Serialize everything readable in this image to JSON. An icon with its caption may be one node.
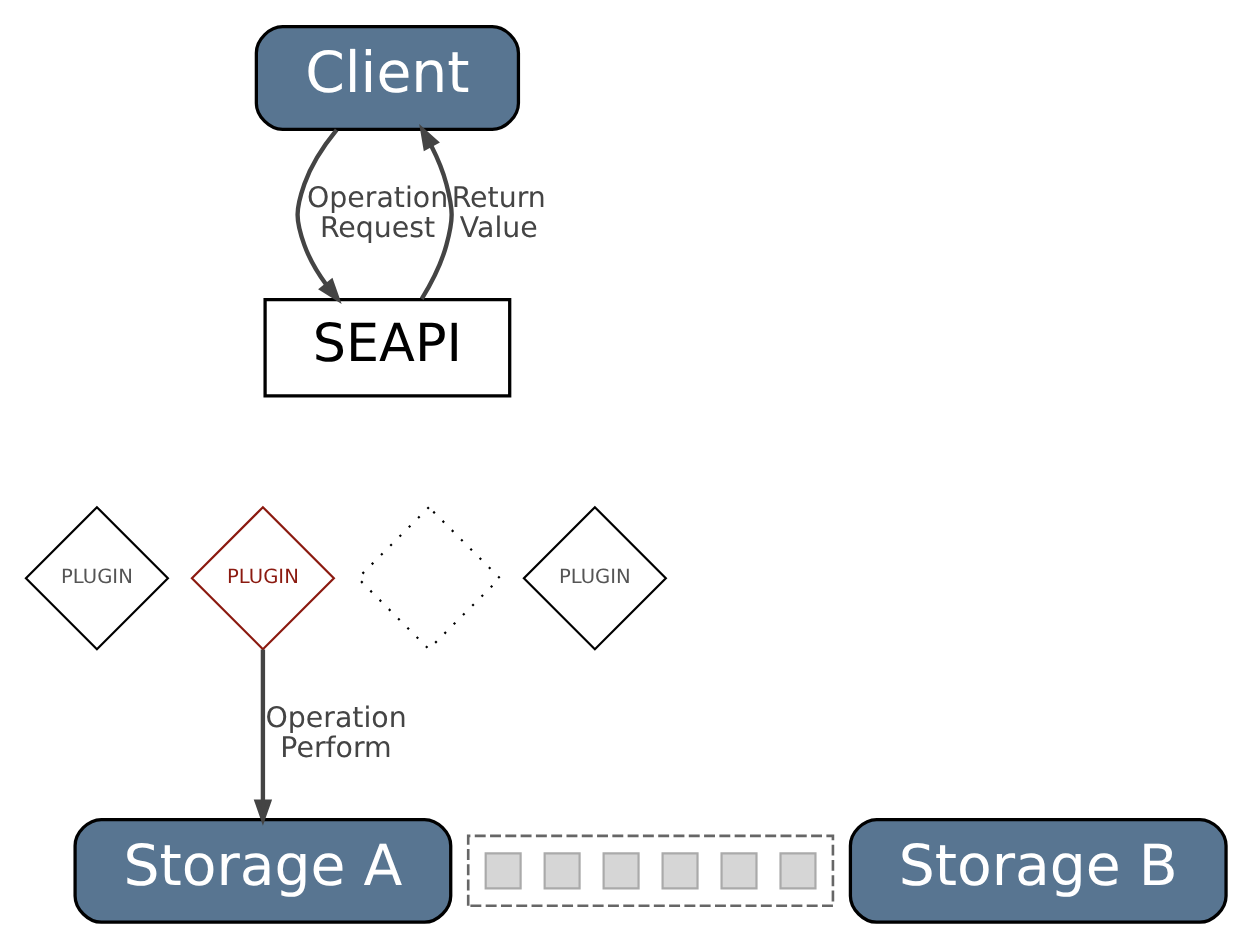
{
  "diagram": {
    "nodes": [
      {
        "text": [
          "Client"
        ]
      },
      {
        "text": [
          "SEAPI"
        ]
      },
      {
        "text": [
          "PLUGIN"
        ]
      },
      {
        "text": [
          "PLUGIN"
        ]
      },
      {
        "text": [],
        "shape": "diamond"
      },
      {
        "text": [
          "PLUGIN"
        ]
      },
      {
        "text": [
          "Storage A"
        ]
      },
      {
        "text": [],
        "shape": "box"
      },
      {
        "text": [],
        "shape": "box",
        "in": 7
      },
      {
        "text": [],
        "shape": "box",
        "in": 7
      },
      {
        "text": [],
        "shape": "box",
        "in": 7
      },
      {
        "text": [],
        "shape": "box",
        "in": 7
      },
      {
        "text": [],
        "shape": "box",
        "in": 7
      },
      {
        "text": [],
        "shape": "box",
        "in": 7
      },
      {
        "text": [
          "Storage B"
        ]
      }
    ],
    "edges": [
      {
        "from": 0,
        "to": 1,
        "arrow": "to",
        "label": "Operation Request"
      },
      {
        "from": 1,
        "to": 0,
        "arrow": "to",
        "label": "Return Value"
      },
      {
        "from": 3,
        "to": 6,
        "arrow": "to",
        "label": "Operation Perform"
      }
    ]
  }
}
